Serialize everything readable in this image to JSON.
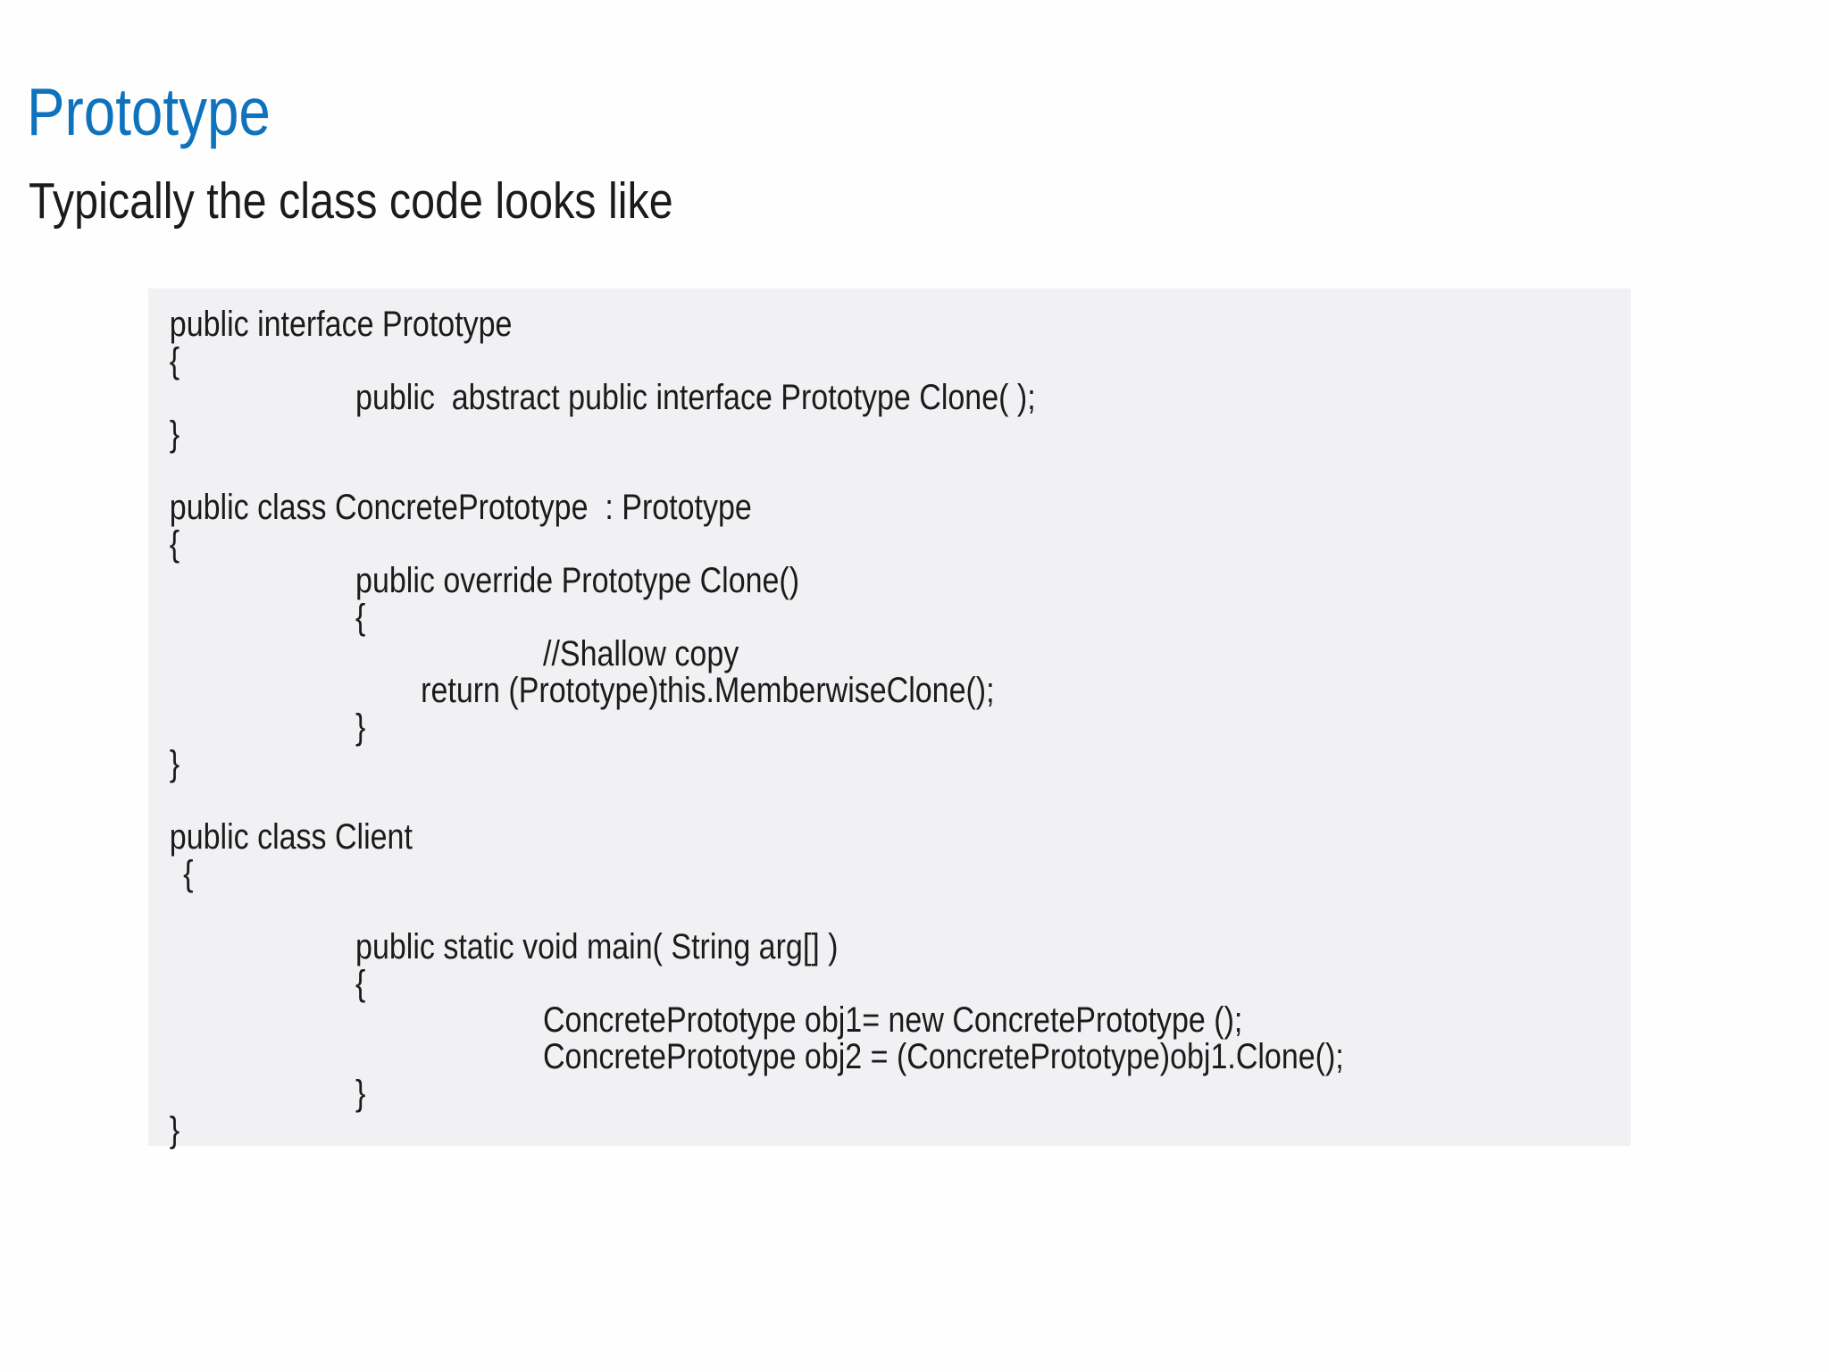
{
  "page": {
    "background": "#fefefe"
  },
  "title": {
    "text": "Prototype",
    "color": "#0e72bd"
  },
  "subtitle": {
    "text": "Typically the class code looks like"
  },
  "code_block": {
    "background": "#f1f0f2",
    "text_color": "#1b1b1b",
    "lines": [
      {
        "ind": "l0",
        "text": "public interface Prototype"
      },
      {
        "ind": "l0",
        "text": "{"
      },
      {
        "ind": "l1",
        "text": "public  abstract public interface Prototype Clone( );"
      },
      {
        "ind": "l0",
        "text": "}"
      },
      {
        "ind": "l0",
        "text": ""
      },
      {
        "ind": "l0",
        "text": "public class ConcretePrototype  : Prototype"
      },
      {
        "ind": "l0",
        "text": "{"
      },
      {
        "ind": "l1",
        "text": "public override Prototype Clone()"
      },
      {
        "ind": "l1",
        "text": "{"
      },
      {
        "ind": "l2",
        "text": "//Shallow copy"
      },
      {
        "ind": "lr",
        "text": "return (Prototype)this.MemberwiseClone();"
      },
      {
        "ind": "l1",
        "text": "}"
      },
      {
        "ind": "l0",
        "text": "}"
      },
      {
        "ind": "l0",
        "text": ""
      },
      {
        "ind": "l0",
        "text": "public class Client"
      },
      {
        "ind": "ls",
        "text": "{"
      },
      {
        "ind": "l0",
        "text": ""
      },
      {
        "ind": "l1",
        "text": "public static void main( String arg[] )"
      },
      {
        "ind": "l1",
        "text": "{"
      },
      {
        "ind": "l2",
        "text": "ConcretePrototype obj1= new ConcretePrototype ();"
      },
      {
        "ind": "l2",
        "text": "ConcretePrototype obj2 = (ConcretePrototype)obj1.Clone();"
      },
      {
        "ind": "l1",
        "text": "}"
      },
      {
        "ind": "l0",
        "text": "}"
      }
    ]
  }
}
